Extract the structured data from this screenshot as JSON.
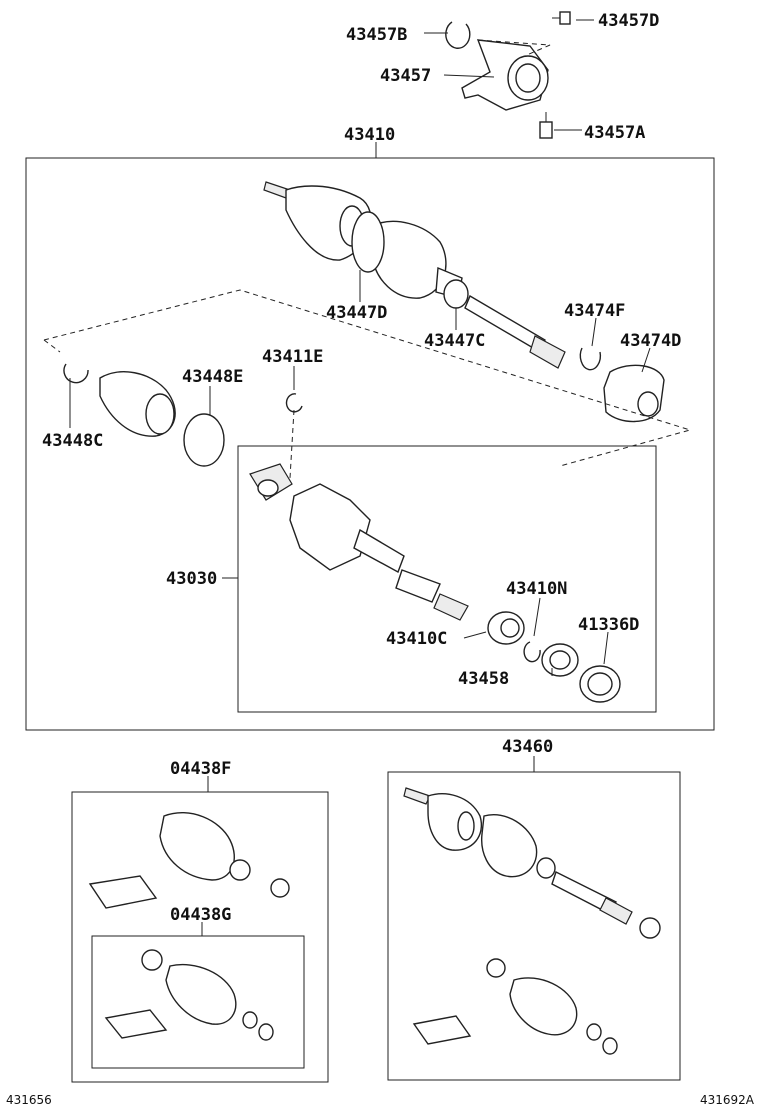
{
  "labels": {
    "p43457b": "43457B",
    "p43457d": "43457D",
    "p43457": "43457",
    "p43457a": "43457A",
    "p43410": "43410",
    "p43447d": "43447D",
    "p43447c": "43447C",
    "p43474f": "43474F",
    "p43474d": "43474D",
    "p43448e": "43448E",
    "p43411e": "43411E",
    "p43448c": "43448C",
    "p43030": "43030",
    "p43410n": "43410N",
    "p43410c": "43410C",
    "p41336d": "41336D",
    "p43458": "43458",
    "p04438f": "04438F",
    "p04438g": "04438G",
    "p43460": "43460"
  },
  "footer": {
    "left_code": "431656",
    "right_code": "431692A"
  }
}
